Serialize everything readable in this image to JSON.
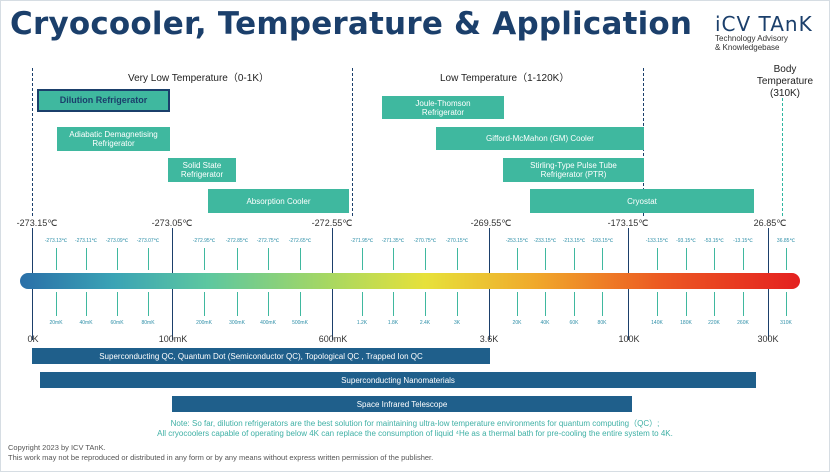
{
  "title": "Cryocooler, Temperature & Application",
  "logo": {
    "main": "iCV TAnK",
    "line1": "Technology Advisory",
    "line2": "& Knowledgebase"
  },
  "sections": {
    "very_low": "Very Low Temperature（0-1K）",
    "low": "Low Temperature（1-120K）",
    "body1": "Body",
    "body2": "Temperature",
    "body3": "(310K)"
  },
  "coolers": [
    {
      "name": "dilution",
      "label": "Dilution Refrigerator",
      "highlight": true
    },
    {
      "name": "adiabatic",
      "label1": "Adiabatic Demagnetising",
      "label2": "Refrigerator"
    },
    {
      "name": "solid-state",
      "label1": "Solid State",
      "label2": "Refrigerator"
    },
    {
      "name": "absorption",
      "label": "Absorption Cooler"
    },
    {
      "name": "joule-thomson",
      "label1": "Joule-Thomson",
      "label2": "Refrigerator"
    },
    {
      "name": "gm",
      "label": "Gifford-McMahon (GM) Cooler"
    },
    {
      "name": "ptr",
      "label1": "Stirling-Type Pulse Tube",
      "label2": "Refrigerator (PTR)"
    },
    {
      "name": "cryostat",
      "label": "Cryostat"
    }
  ],
  "celsius_major": [
    "-273.15℃",
    "-273.05℃",
    "-272.55℃",
    "-269.55℃",
    "-173.15℃",
    "26.85℃"
  ],
  "celsius_minor": [
    "-273.13℃",
    "-273.11℃",
    "-273.09℃",
    "-273.07℃",
    "-272.95℃",
    "-272.85℃",
    "-272.75℃",
    "-272.65℃",
    "-271.95℃",
    "-271.35℃",
    "-270.75℃",
    "-270.15℃",
    "-253.15℃",
    "-233.15℃",
    "-213.15℃",
    "-193.15℃",
    "-133.15℃",
    "-93.15℃",
    "-53.15℃",
    "-13.15℃",
    "36.85℃"
  ],
  "kelvin_minor": [
    "20mK",
    "40mK",
    "60mK",
    "80mK",
    "200mK",
    "300mK",
    "400mK",
    "500mK",
    "1.2K",
    "1.8K",
    "2.4K",
    "3K",
    "20K",
    "40K",
    "60K",
    "80K",
    "140K",
    "180K",
    "220K",
    "260K",
    "310K"
  ],
  "kelvin_major": [
    "0K",
    "100mK",
    "600mK",
    "3.6K",
    "100K",
    "300K"
  ],
  "applications": [
    "Superconducting QC, Quantum Dot (Semiconductor QC), Topological QC , Trapped Ion QC",
    "Superconducting Nanomaterials",
    "Space Infrared Telescope"
  ],
  "note1": "Note: So far, dilution refrigerators are the best solution for maintaining ultra-low temperature environments for quantum computing（QC）;",
  "note2": "All cryocoolers capable of operating below 4K can replace the consumption of liquid ⁴He as a thermal bath for pre-cooling the entire system to 4K.",
  "copyright1": "Copyright  2023 by ICV TAnK.",
  "copyright2": "This work may not be reproduced or distributed in any form or by any means without express written permission of the publisher.",
  "colors": {
    "navy": "#1b3f6b",
    "teal": "#3fb89f",
    "app_bar": "#1f5f8b"
  }
}
